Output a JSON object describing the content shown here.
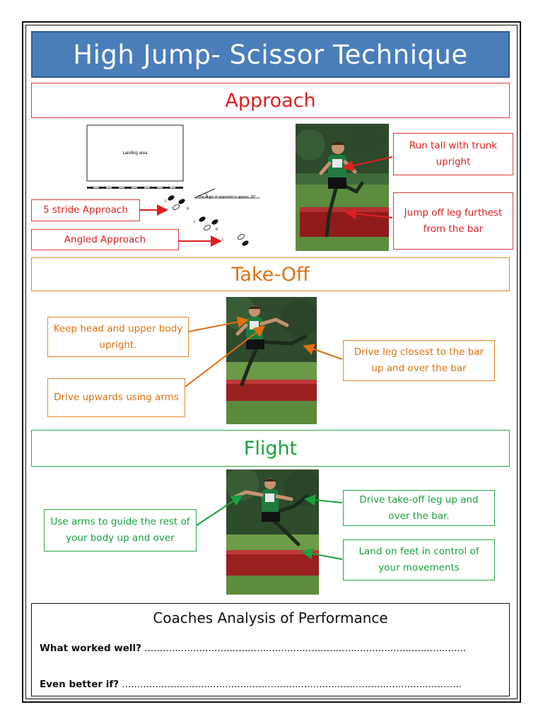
{
  "title": "High Jump- Scissor Technique",
  "sections": {
    "approach": "Approach",
    "takeoff": "Take-Off",
    "flight": "Flight"
  },
  "diagram": {
    "landing_area": "Landing area",
    "angle_note": "The angle of approach is approx. 30°",
    "foot_labels": [
      "L",
      "R",
      "L",
      "R",
      "L"
    ]
  },
  "callouts": {
    "run_tall": "Run tall with trunk upright",
    "jump_off": "Jump off leg furthest from the bar",
    "five_stride": "5 stride Approach",
    "angled": "Angled Approach",
    "keep_head": "Keep head and upper body upright.",
    "drive_arms": "Drive upwards using arms",
    "drive_leg": "Drive leg closest to the bar up and over the bar",
    "use_arms": "Use arms to guide the rest of your body up and over",
    "drive_takeoff": "Drive take-off leg up and over the bar.",
    "land": "Land on feet in control of your movements"
  },
  "analysis": {
    "title": "Coaches Analysis of Performance",
    "worked_label": "What worked well?",
    "worked_dots": " ..........................................................................................................",
    "better_label": "Even better if?",
    "better_dots": " ................................................................................................................"
  },
  "colors": {
    "title_bg": "#4a7ebb",
    "approach": "#e02020",
    "takeoff": "#e07010",
    "flight": "#1aa040"
  }
}
